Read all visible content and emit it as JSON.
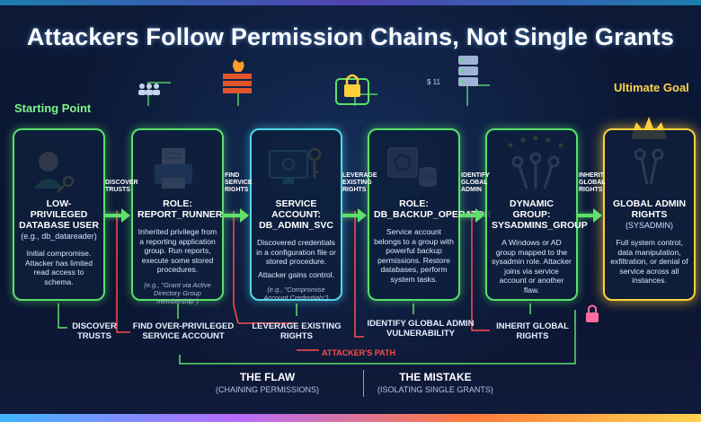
{
  "title": "Attackers Follow Permission Chains, Not Single Grants",
  "start_label": "Starting Point",
  "goal_label": "Ultimate Goal",
  "top_icon_text": "$ 11",
  "cards": [
    {
      "title": "LOW-PRIVILEGED DATABASE USER",
      "subtitle": "(e.g., db_datareader)",
      "desc": "Initial compromise. Attacker has limited read access to schema.",
      "desc2": "",
      "note": ""
    },
    {
      "title": "ROLE: REPORT_RUNNER",
      "subtitle": "",
      "desc": "Inherited privilege from a reporting application group. Run reports, execute some stored procedures.",
      "desc2": "",
      "note": "(e.g., \"Grant via Active Directory Group membership\")"
    },
    {
      "title": "SERVICE ACCOUNT: DB_ADMIN_SVC",
      "subtitle": "",
      "desc": "Discovered credentials in a configuration file or stored procedure.",
      "desc2": "Attacker gains control.",
      "note": "(e.g., \"Compromise Account Credentials\")"
    },
    {
      "title": "ROLE: DB_BACKUP_OPERATOR",
      "subtitle": "",
      "desc": "Service account belongs to a group with powerful backup permissions. Restore databases, perform system tasks.",
      "desc2": "",
      "note": ""
    },
    {
      "title": "DYNAMIC GROUP: SYSADMINS_GROUP",
      "subtitle": "",
      "desc": "A Windows or AD group mapped to the sysadmin role. Attacker joins via service account or another flaw.",
      "desc2": "",
      "note": ""
    },
    {
      "title": "GLOBAL ADMIN RIGHTS",
      "subtitle": "(SYSADMIN)",
      "desc": "Full system control, data manipulation, exfiltration, or denial of service across all instances.",
      "desc2": "",
      "note": ""
    }
  ],
  "step_labels": [
    "DISCOVER TRUSTS",
    "FIND SERVICE RIGHTS",
    "LEVERAGE EXISTING RIGHTS",
    "IDENTIFY GLOBAL ADMIN",
    "INHERIT GLOBAL RIGHTS"
  ],
  "bottom_steps": [
    "DISCOVER TRUSTS",
    "FIND OVER-PRIVILEGED SERVICE ACCOUNT",
    "LEVERAGE EXISTING RIGHTS",
    "IDENTIFY GLOBAL ADMIN VULNERABILITY",
    "INHERIT GLOBAL RIGHTS"
  ],
  "attackers_path": "ATTACKER'S PATH",
  "flaw": {
    "title": "THE FLAW",
    "subtitle": "(CHAINING PERMISSIONS)"
  },
  "mistake": {
    "title": "THE MISTAKE",
    "subtitle": "(ISOLATING SINGLE GRANTS)"
  },
  "colors": {
    "green": "#57e06a",
    "cyan": "#4fd7e8",
    "gold": "#ffcf3a",
    "red": "#ff4d4d",
    "background": "#0a1630"
  }
}
